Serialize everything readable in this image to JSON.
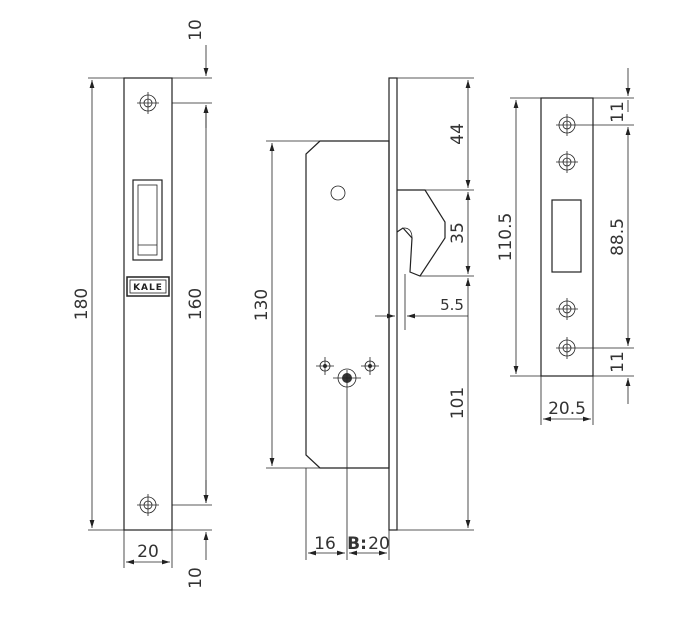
{
  "diagram": {
    "brand_logo": "KALE",
    "front_plate": {
      "dim_top_offset": "10",
      "dim_total_height": "180",
      "dim_hole_spacing": "160",
      "dim_width": "20",
      "dim_bottom_offset": "10"
    },
    "side_view": {
      "dim_body_height": "130",
      "dim_top_to_hook": "44",
      "dim_hook": "35",
      "dim_bolt_projection": "5.5",
      "dim_cylinder_to_bottom": "101",
      "dim_backset_left": "16",
      "dim_backset_label": "B:",
      "dim_backset_right": "20"
    },
    "strike_plate": {
      "dim_total_height": "110.5",
      "dim_hole_spacing": "88.5",
      "dim_top_offset": "11",
      "dim_bottom_offset": "11",
      "dim_width": "20.5"
    }
  }
}
